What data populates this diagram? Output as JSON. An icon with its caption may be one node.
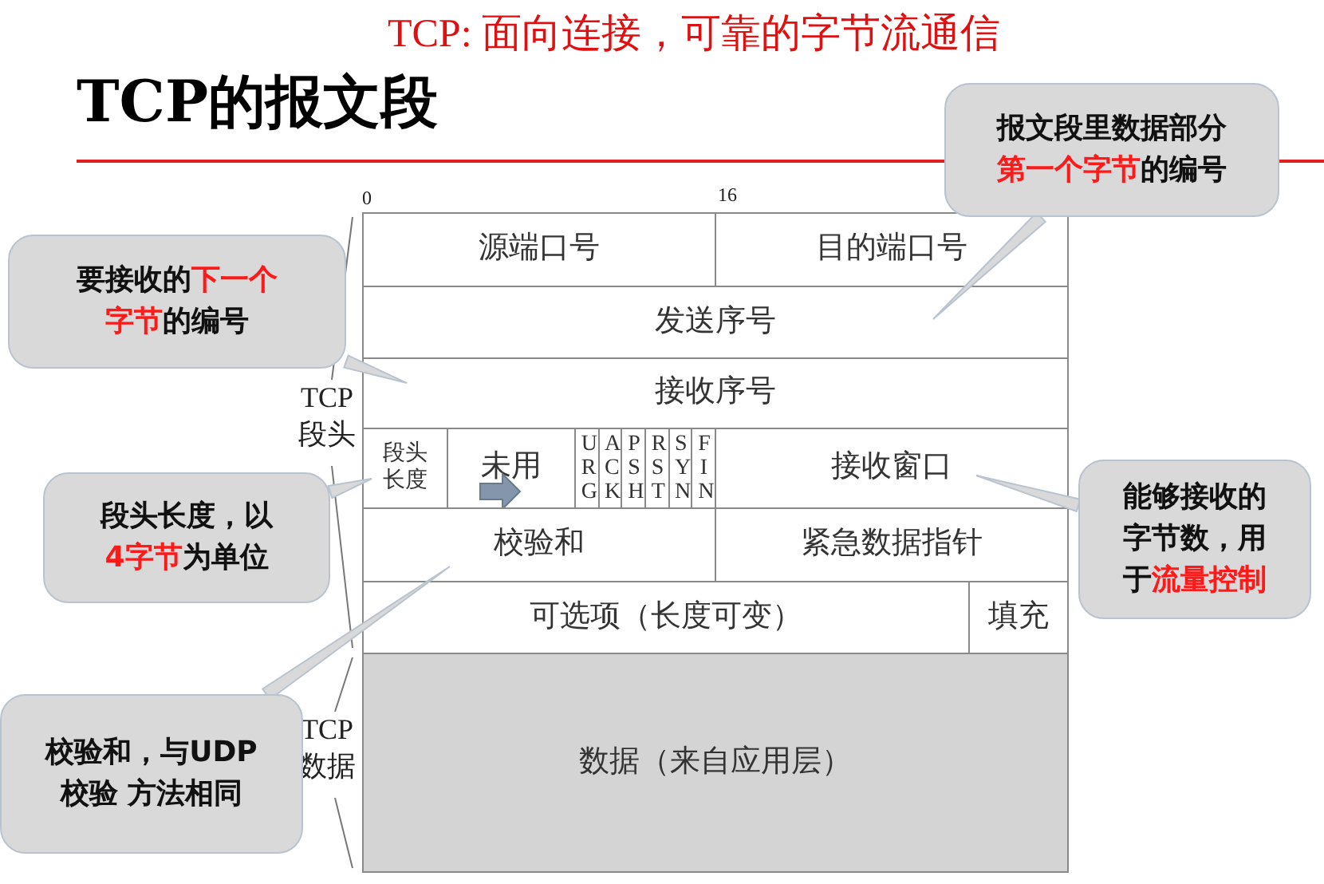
{
  "diagram": {
    "title": "TCP的报文段",
    "nodes": [
      {
        "text": [
          "源端口号"
        ]
      },
      {
        "text": [
          "目的端口号"
        ]
      },
      {
        "text": [
          "发送序号"
        ]
      },
      {
        "text": [
          "接收序号"
        ]
      },
      {
        "text": [
          "段头长度"
        ]
      },
      {
        "text": [
          "未用"
        ]
      },
      {
        "text": [
          "URG"
        ]
      },
      {
        "text": [
          "ACK"
        ]
      },
      {
        "text": [
          "PSH"
        ]
      },
      {
        "text": [
          "RST"
        ]
      },
      {
        "text": [
          "SYN"
        ]
      },
      {
        "text": [
          "FIN"
        ]
      },
      {
        "text": [
          "接收窗口"
        ]
      },
      {
        "text": [
          "校验和"
        ]
      },
      {
        "text": [
          "紧急数据指针"
        ]
      },
      {
        "text": [
          "可选项（长度可变）"
        ]
      },
      {
        "text": [
          "填充"
        ]
      },
      {
        "text": [
          "数据（来自应用层）"
        ]
      },
      {
        "text": [
          "报文段里数据部分**第一个字节**的编号"
        ]
      },
      {
        "text": [
          "要接收的**下一个字节**的编号"
        ]
      },
      {
        "text": [
          "段头长度，以**4字节**为单位"
        ]
      },
      {
        "text": [
          "校验和，与UDP校验 方法相同"
        ]
      },
      {
        "text": [
          "能够接收的字节数，用于**流量控制**"
        ]
      }
    ],
    "edges": [
      {
        "from": 18,
        "to": 2,
        "arrow": "none"
      },
      {
        "from": 19,
        "to": 3,
        "arrow": "none"
      },
      {
        "from": 20,
        "to": 4,
        "arrow": "none"
      },
      {
        "from": 21,
        "to": 13,
        "arrow": "none"
      },
      {
        "from": 22,
        "to": 12,
        "arrow": "none"
      }
    ],
    "labels": [
      "TCP: 面向连接，可靠的字节流通信",
      "0",
      "16",
      "TCP 段头",
      "TCP 数据"
    ]
  }
}
